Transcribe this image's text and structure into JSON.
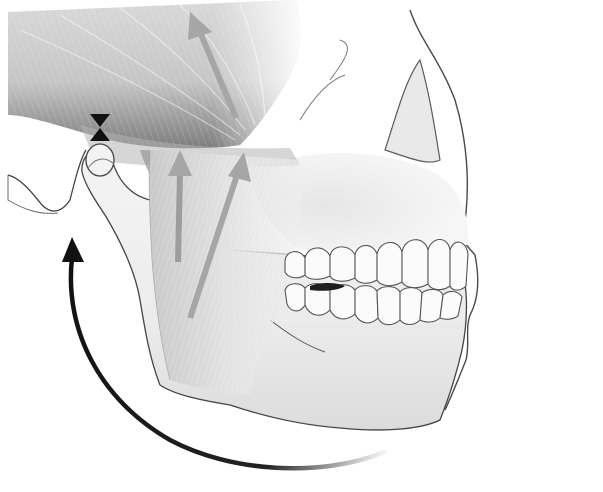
{
  "diagram": {
    "subject": "jaw-anatomy",
    "colors": {
      "background": "#ffffff",
      "bone_fill": "#f1f1f1",
      "bone_outline": "#4a4a4a",
      "muscle_light": "#e9e9e9",
      "muscle_mid": "#cfcfcf",
      "muscle_dark": "#a9a9a9",
      "force_arrow": "#a6a6a6",
      "rotation_arrow": "#1a1a1a",
      "joint_marker": "#111111",
      "tooth_fill": "#fbfbfb",
      "tooth_outline": "#555555",
      "gap_shadow": "#1e1e1e"
    },
    "icons": [
      "temporalis-force-arrow",
      "masseter-force-arrow",
      "joint-compression-marker",
      "mandible-rotation-arrow"
    ]
  }
}
